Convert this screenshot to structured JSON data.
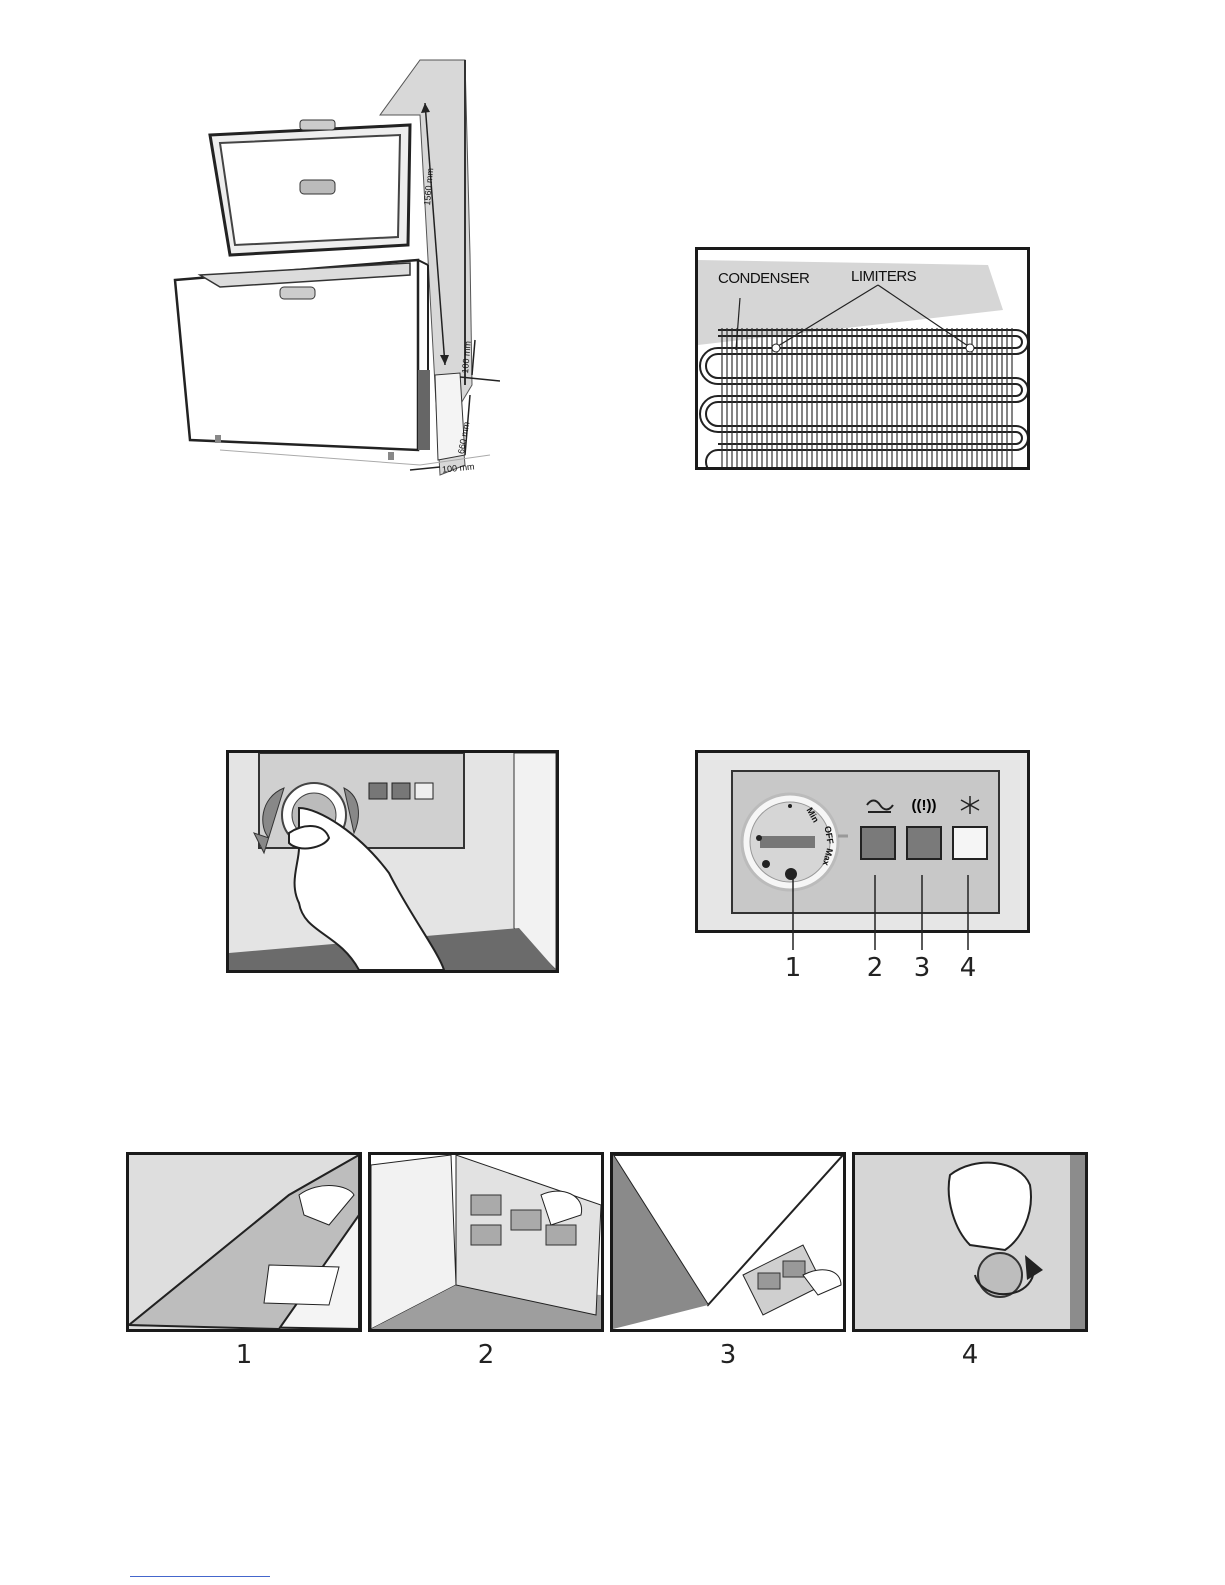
{
  "figure1": {
    "dim_height": "1560 mm",
    "dim_side": "100 mm",
    "dim_depth": "660 mm",
    "dim_bottom": "100 mm"
  },
  "figure2": {
    "condenser_label": "CONDENSER",
    "limiters_label": "LIMITERS"
  },
  "figure4": {
    "dial_min": "Min",
    "dial_off": "OFF",
    "dial_max": "Max",
    "callouts": [
      "1",
      "2",
      "3",
      "4"
    ]
  },
  "steps": {
    "labels": [
      "1",
      "2",
      "3",
      "4"
    ]
  }
}
